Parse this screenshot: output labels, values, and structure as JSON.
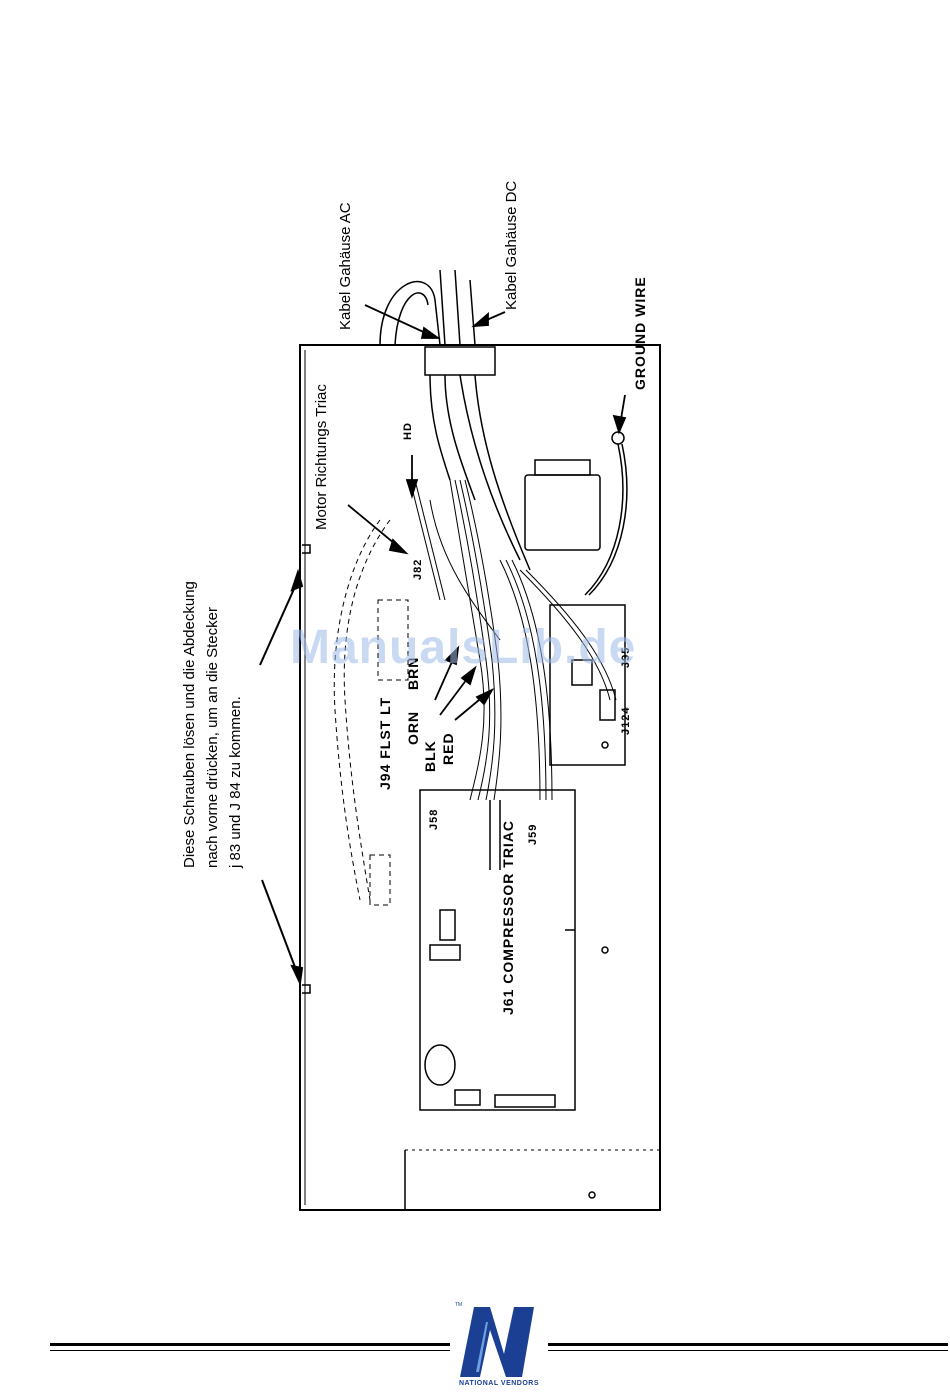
{
  "labels": {
    "kabel_ac": "Kabel Gahäuse AC",
    "kabel_dc": "Kabel Gahäuse DC",
    "ground_wire": "GROUND WIRE",
    "motor_triac": "Motor Richtungs Triac",
    "hd": "HD",
    "j82": "J82",
    "j94": "J94 FLST LT",
    "brn": "BRN",
    "orn": "ORN",
    "blk": "BLK",
    "red": "RED",
    "j58": "J58",
    "j59": "J59",
    "compressor": "J61 COMPRESSOR TRIAC",
    "j124": "J124",
    "j95": "J95"
  },
  "instruction": {
    "line1": "Diese Schrauben lösen und die Abdeckung",
    "line2": "nach vorne drücken, um an die Stecker",
    "line3": "j 83 und J 84 zu kommen."
  },
  "watermark": "ManualsLib.de",
  "logo": {
    "name": "NATIONAL VENDORS",
    "small": "TM"
  },
  "colors": {
    "logo_blue": "#1b3f93",
    "watermark": "#9fbbe8"
  }
}
